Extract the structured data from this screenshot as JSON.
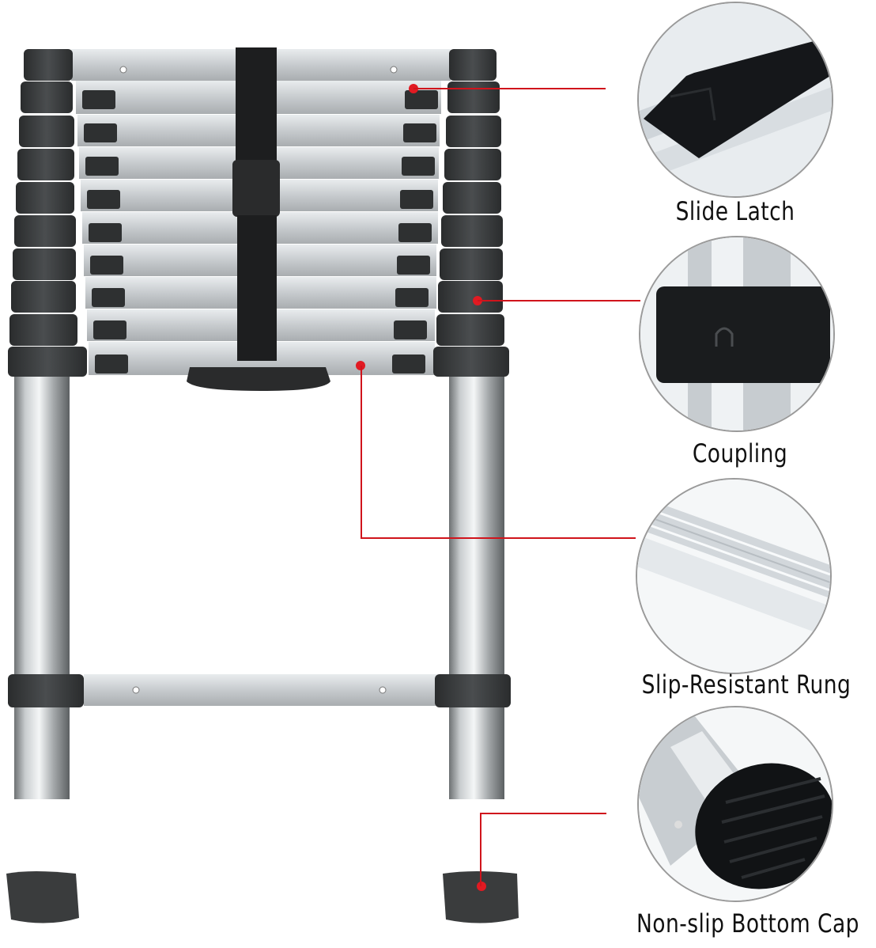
{
  "figure": {
    "subject": "Telescopic aluminum ladder (collapsed)",
    "accent_color": "#d0141c",
    "callouts": [
      {
        "id": "slide-latch",
        "label": "Slide Latch"
      },
      {
        "id": "coupling",
        "label": "Coupling"
      },
      {
        "id": "slip-resistant-rung",
        "label": "Slip-Resistant Rung"
      },
      {
        "id": "bottom-cap",
        "label": "Non-slip Bottom Cap"
      }
    ]
  }
}
